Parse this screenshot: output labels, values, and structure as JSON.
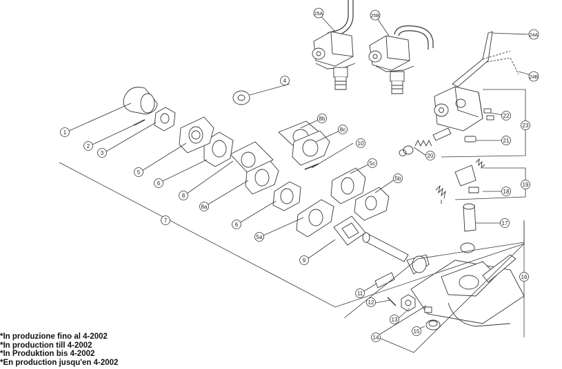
{
  "callouts": {
    "c1": "1",
    "c2": "2",
    "c3": "3",
    "c4": "4",
    "c5": "5",
    "c6a": "6",
    "c6b": "6",
    "c7": "7",
    "c8": "8",
    "c8a": "8a",
    "c8b": "8b",
    "c8c": "8c",
    "c9": "9",
    "c10": "10",
    "c11": "11",
    "c12": "12",
    "c13": "13",
    "c14": "14",
    "c15": "15",
    "c16": "16",
    "c17": "17",
    "c18": "18",
    "c19": "19",
    "c20": "20",
    "c21": "21",
    "c22": "22",
    "c23": "23",
    "c24a": "24A",
    "c24b": "24B",
    "c25a": "25A",
    "c25b": "25B",
    "c5a": "5a",
    "c5b": "5b",
    "c5c": "5c"
  },
  "notes": [
    "*In produzione fino al 4-2002",
    "*In production till 4-2002",
    "*In Produktion bis 4-2002",
    "*En production jusqu'en 4-2002"
  ]
}
